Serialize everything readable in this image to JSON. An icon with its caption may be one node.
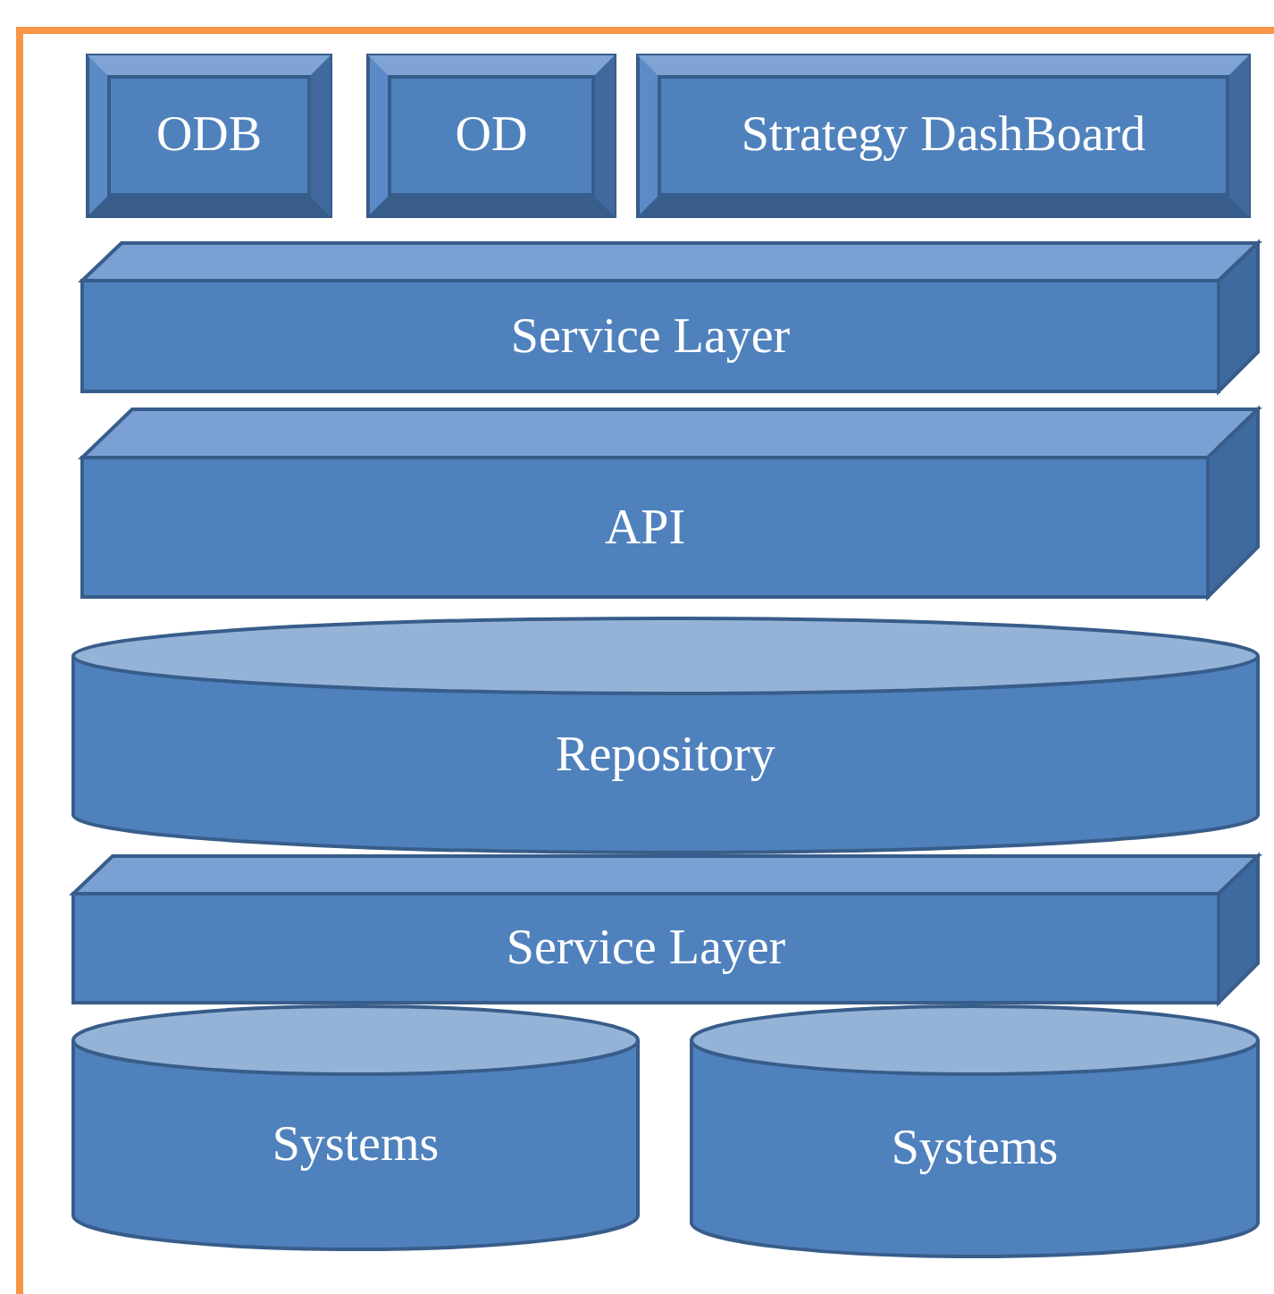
{
  "diagram": {
    "nodes": [
      {
        "text": [
          "ODB"
        ]
      },
      {
        "text": [
          "OD"
        ]
      },
      {
        "text": [
          "Strategy DashBoard"
        ]
      },
      {
        "text": [
          "Service Layer"
        ]
      },
      {
        "text": [
          "API"
        ]
      },
      {
        "text": [
          "Repository"
        ]
      },
      {
        "text": [
          "Service Layer"
        ]
      },
      {
        "text": [
          "Systems"
        ]
      },
      {
        "text": [
          "Systems"
        ]
      }
    ]
  }
}
